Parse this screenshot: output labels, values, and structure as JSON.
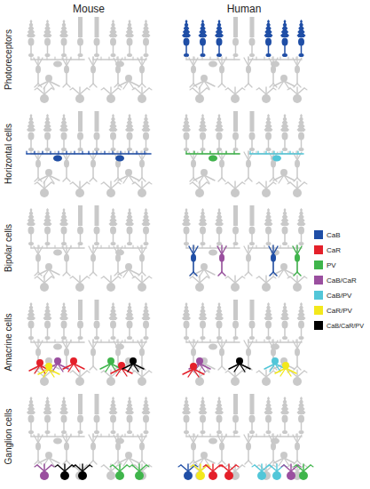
{
  "diagram": {
    "labels": [
      "Mouse",
      "Human",
      "Photoreceptors",
      "Horizontal cells",
      "Bipolar cells",
      "Amacrine cells",
      "Ganglion cells"
    ],
    "legend": [
      {
        "text": "CaB",
        "color": "#1f4ea6"
      },
      {
        "text": "CaR",
        "color": "#e4202a"
      },
      {
        "text": "PV",
        "color": "#3fb54b"
      },
      {
        "text": "CaB/CaR",
        "color": "#9a4f9f"
      },
      {
        "text": "CaB/PV",
        "color": "#52c6d8"
      },
      {
        "text": "CaR/PV",
        "color": "#f3e81c"
      },
      {
        "text": "CaB/CaR/PV",
        "color": "#000000"
      }
    ]
  }
}
